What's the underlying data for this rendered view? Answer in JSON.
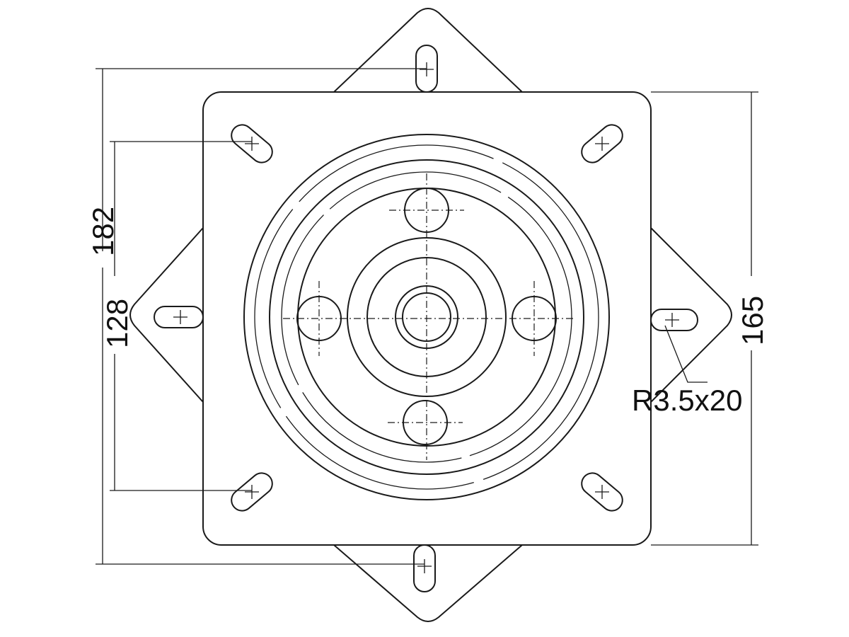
{
  "drawing": {
    "dimensions": {
      "overall_height": "182",
      "hole_spacing": "128",
      "plate_size": "165",
      "slot_spec": "R3.5x20"
    },
    "line_color": "#1a1a1a",
    "background": "#ffffff"
  }
}
